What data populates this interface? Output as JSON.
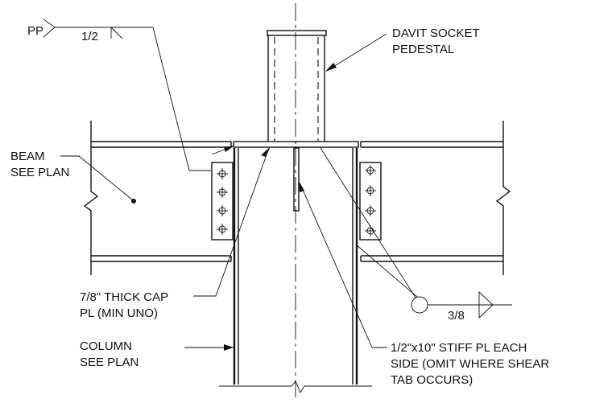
{
  "labels": {
    "pp": "PP",
    "weld_top": "1/2",
    "davit_1": "DAVIT SOCKET",
    "davit_2": "PEDESTAL",
    "beam_1": "BEAM",
    "beam_2": "SEE PLAN",
    "cap_1": "7/8\" THICK CAP",
    "cap_2": "PL (MIN UNO)",
    "weld_right": "3/8",
    "column_1": "COLUMN",
    "column_2": "SEE PLAN",
    "stiff_1": "1/2\"x10\" STIFF PL EACH",
    "stiff_2": "SIDE (OMIT WHERE SHEAR",
    "stiff_3": "TAB OCCURS)"
  }
}
